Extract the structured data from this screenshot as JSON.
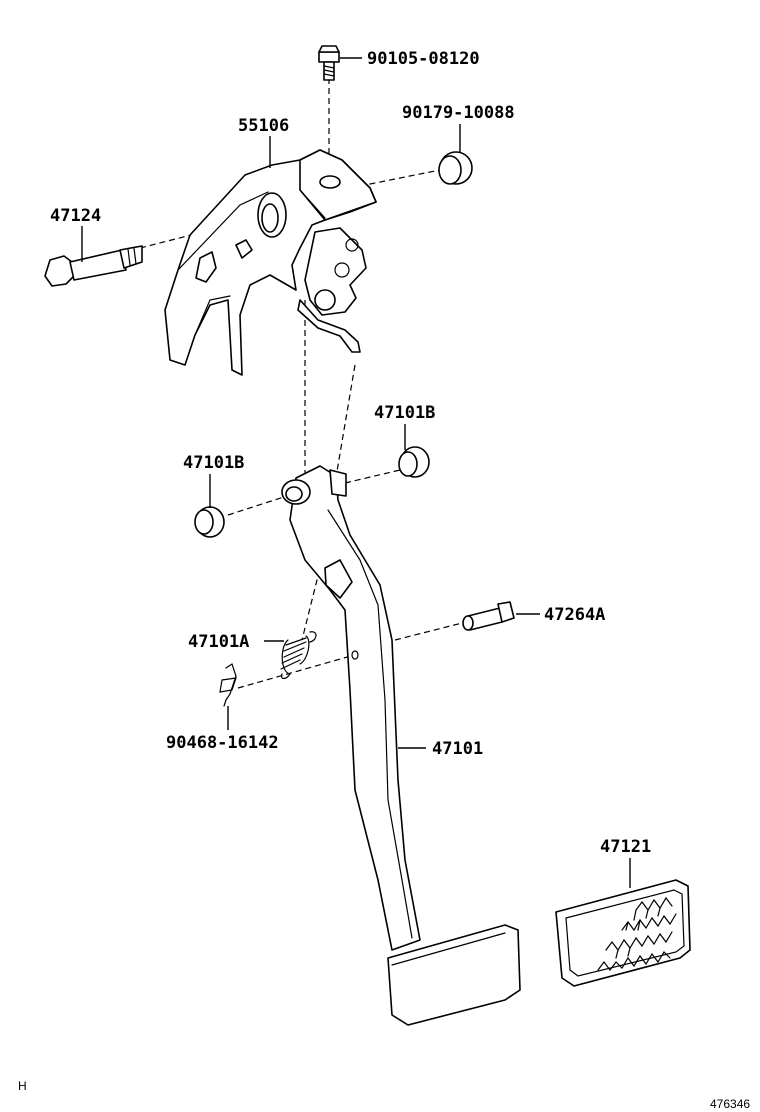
{
  "diagram": {
    "callouts": {
      "bolt_top": "90105-08120",
      "bracket": "55106",
      "bushing_top": "90179-10088",
      "pivot_bolt": "47124",
      "bushing_right": "47101B",
      "bushing_left": "47101B",
      "spring": "47101A",
      "stop_pin": "47264A",
      "clip": "90468-16142",
      "pedal_arm": "47101",
      "pedal_pad": "47121"
    },
    "corner_code": "H",
    "figure_number": "476346"
  }
}
